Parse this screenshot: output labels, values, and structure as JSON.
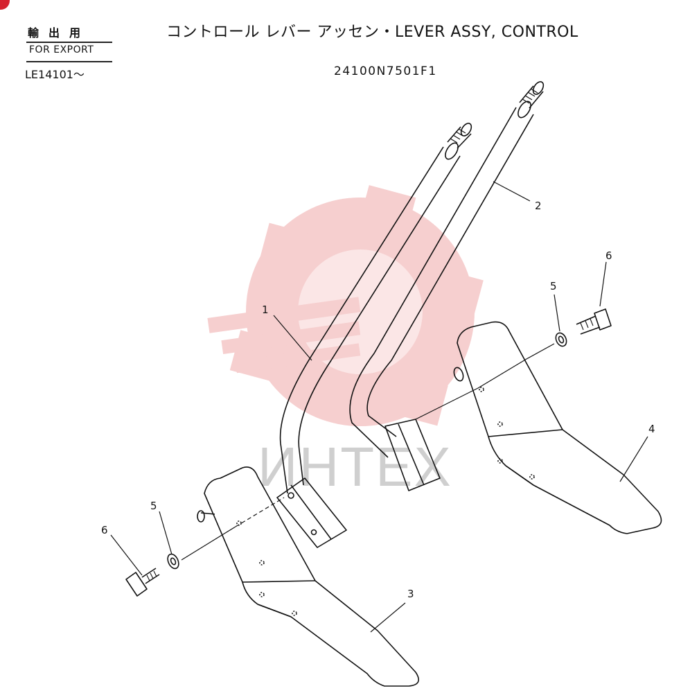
{
  "header": {
    "export_jp": "輸出用",
    "export_en": "FOR EXPORT",
    "serial": "LE14101～",
    "title": "コントロール レバー アッセン・LEVER ASSY, CONTROL",
    "part_number": "24100N7501F1"
  },
  "callouts": [
    "1",
    "2",
    "3",
    "4",
    "5",
    "6",
    "5",
    "6"
  ],
  "watermark": {
    "text": "ИНТЕХ",
    "color": "#f4c9c9"
  }
}
